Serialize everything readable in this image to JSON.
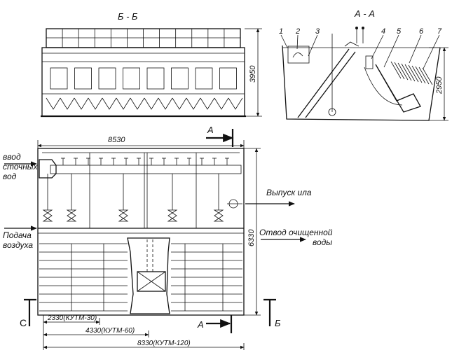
{
  "sections": {
    "bb": {
      "label": "Б - Б",
      "height_dim": "3950"
    },
    "aa": {
      "label": "А - А",
      "height_dim": "2950",
      "callouts": [
        "1",
        "2",
        "3",
        "4",
        "5",
        "6",
        "7"
      ]
    }
  },
  "plan": {
    "width_dim": "8530",
    "depth_dim": "6330",
    "cut_marker_a": "А",
    "cut_marker_b": "Б",
    "cut_marker_c": "С",
    "length_dims": [
      "2330(КУТМ-30)",
      "4330(КУТМ-60)",
      "8330(КУТМ-120)"
    ]
  },
  "labels": {
    "inlet_line1": "ввод",
    "inlet_line2": "сточных",
    "inlet_line3": "вод",
    "air_line1": "Подача",
    "air_line2": "воздуха",
    "sludge": "Выпуск ила",
    "outlet_line1": "Отвод очищенной",
    "outlet_line2": "воды"
  }
}
